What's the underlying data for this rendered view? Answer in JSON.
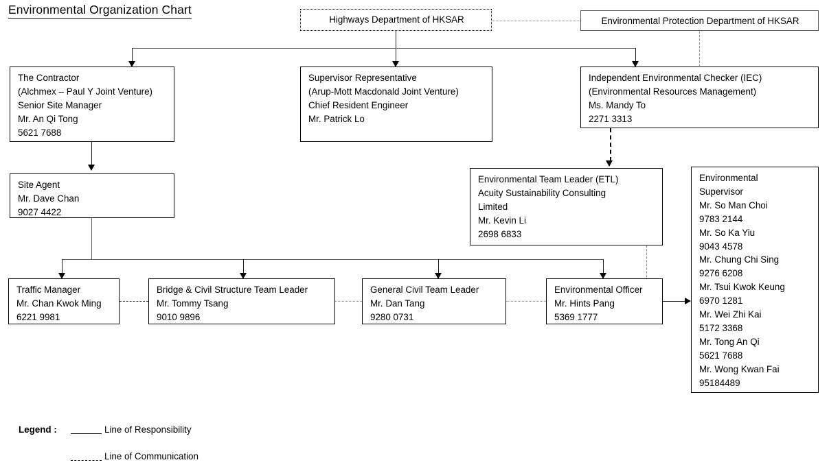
{
  "title": "Environmental Organization Chart",
  "nodes": {
    "highways": {
      "lines": [
        "Highways Department of HKSAR"
      ]
    },
    "epd": {
      "lines": [
        "Environmental Protection Department of HKSAR"
      ]
    },
    "contractor": {
      "lines": [
        "The Contractor",
        "(Alchmex – Paul Y Joint Venture)",
        "Senior Site Manager",
        "Mr. An Qi Tong",
        "5621 7688"
      ]
    },
    "supervisor_rep": {
      "lines": [
        "Supervisor Representative",
        "(Arup-Mott Macdonald Joint Venture)",
        "Chief Resident Engineer",
        "Mr. Patrick Lo"
      ]
    },
    "iec": {
      "lines": [
        "Independent Environmental Checker (IEC)",
        "(Environmental Resources Management)",
        "Ms. Mandy To",
        "2271 3313"
      ]
    },
    "site_agent": {
      "lines": [
        "Site Agent",
        "Mr. Dave Chan",
        "9027 4422"
      ]
    },
    "etl": {
      "lines": [
        "Environmental Team Leader (ETL)",
        "Acuity Sustainability Consulting",
        "Limited",
        "Mr. Kevin Li",
        "2698 6833"
      ]
    },
    "env_supervisor": {
      "lines": [
        "Environmental",
        "Supervisor",
        "Mr. So Man Choi",
        "9783 2144",
        "Mr. So Ka Yiu",
        "9043 4578",
        "Mr. Chung Chi Sing",
        "9276 6208",
        "Mr. Tsui Kwok Keung",
        "6970 1281",
        "Mr. Wei Zhi Kai",
        "5172 3368",
        "Mr. Tong An Qi",
        "5621 7688",
        "Mr. Wong Kwan Fai",
        "95184489"
      ]
    },
    "traffic_manager": {
      "lines": [
        "Traffic Manager",
        "Mr. Chan Kwok Ming",
        "6221 9981"
      ]
    },
    "bridge_civil": {
      "lines": [
        "Bridge & Civil Structure Team Leader",
        "Mr. Tommy Tsang",
        "9010 9896"
      ]
    },
    "general_civil": {
      "lines": [
        "General Civil Team Leader",
        "Mr. Dan Tang",
        "9280 0731"
      ]
    },
    "env_officer": {
      "lines": [
        "Environmental Officer",
        "Mr. Hints Pang",
        "5369 1777"
      ]
    }
  },
  "legend": {
    "label": "Legend :",
    "responsibility": "Line of Responsibility",
    "communication": "Line of Communication"
  },
  "colors": {
    "line": "#1a1a1a",
    "line_gray": "#5d6167",
    "line_dotted": "#8a8e94",
    "box_border": "#000000",
    "background": "#ffffff"
  }
}
